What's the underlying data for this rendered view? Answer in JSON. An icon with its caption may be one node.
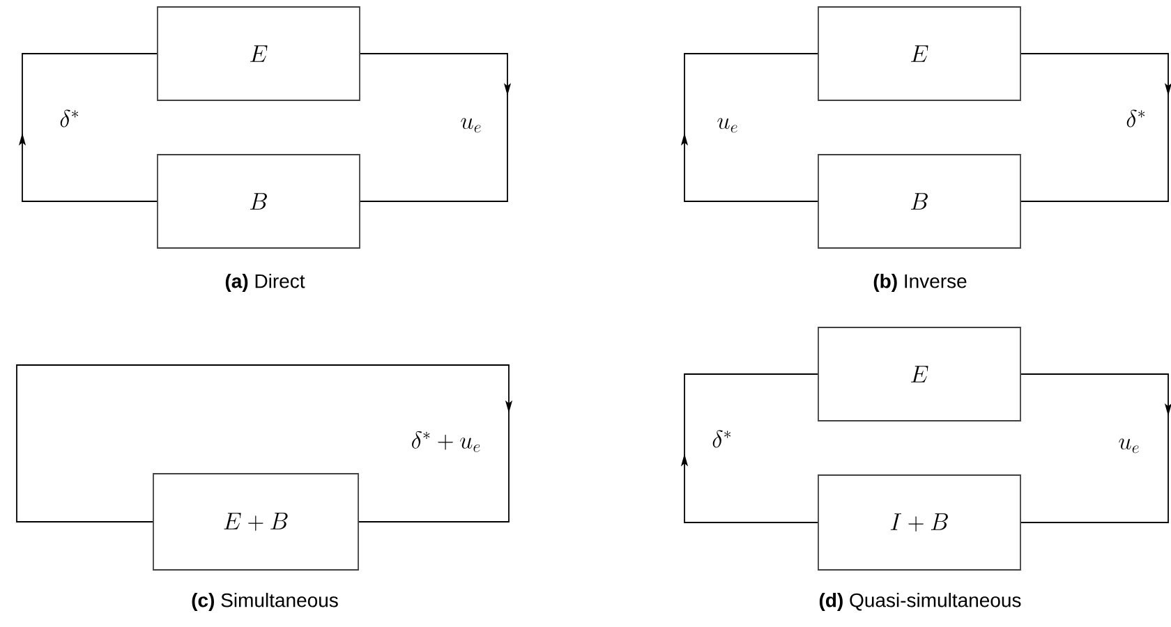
{
  "diagram": {
    "nodes": [
      {
        "text": [
          "E"
        ]
      },
      {
        "text": [
          "B"
        ]
      },
      {
        "text": [
          "E"
        ]
      },
      {
        "text": [
          "B"
        ]
      },
      {
        "text": [
          "E + B"
        ]
      },
      {
        "text": [
          "E"
        ]
      },
      {
        "text": [
          "I + B"
        ]
      }
    ],
    "edges": [
      {
        "from": 0,
        "to": 1,
        "arrow": "to",
        "label": "u_e"
      },
      {
        "from": 1,
        "to": 0,
        "arrow": "to",
        "label": "\\delta^*"
      },
      {
        "from": 2,
        "to": 3,
        "arrow": "to",
        "label": "\\delta^*"
      },
      {
        "from": 3,
        "to": 2,
        "arrow": "to",
        "label": "u_e"
      },
      {
        "from": 4,
        "to": 4,
        "arrow": "to",
        "label": "\\delta^* + u_e"
      },
      {
        "from": 5,
        "to": 6,
        "arrow": "to",
        "label": "u_e"
      },
      {
        "from": 6,
        "to": 5,
        "arrow": "to",
        "label": "\\delta^*"
      }
    ],
    "labels": [
      "**(a)** Direct",
      "**(b)** Inverse",
      "**(c)** Simultaneous",
      "**(d)** Quasi-simultaneous"
    ]
  }
}
